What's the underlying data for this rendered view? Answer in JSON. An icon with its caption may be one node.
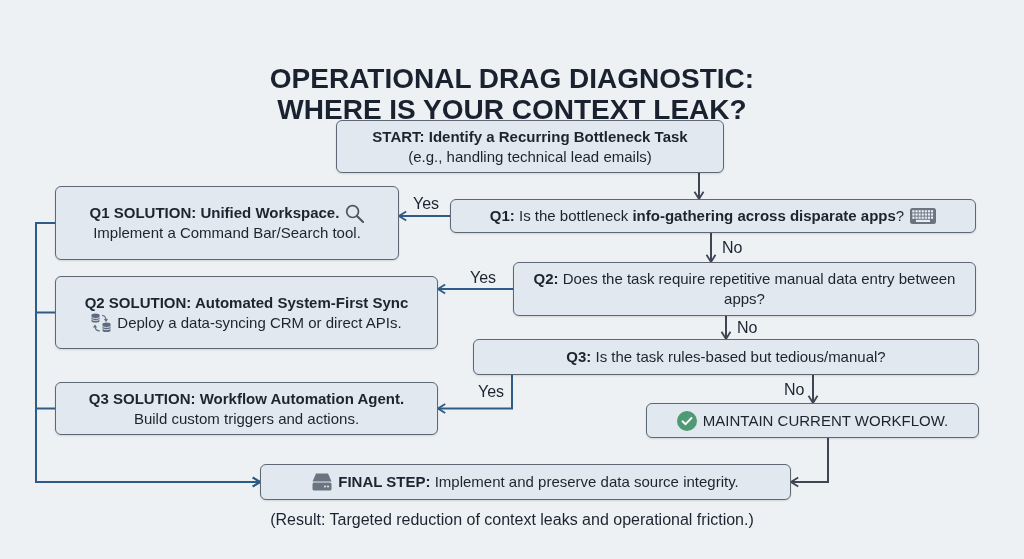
{
  "diagram": {
    "title": "OPERATIONAL DRAG DIAGNOSTIC: WHERE IS YOUR CONTEXT LEAK?",
    "caption": "(Result: Targeted reduction of context leaks and operational friction.)",
    "nodes": [
      {
        "text": [
          "START: Identify a Recurring Bottleneck Task",
          "(e.g., handling technical lead emails)"
        ]
      },
      {
        "text": [
          "**Q1:** Is the bottleneck **info-gathering across disparate apps**?"
        ]
      },
      {
        "text": [
          "Q1 SOLUTION: Unified Workspace.",
          "Implement a Command Bar/Search tool."
        ]
      },
      {
        "text": [
          "**Q2:** Does the task require repetitive manual data entry between apps?"
        ]
      },
      {
        "text": [
          "Q2 SOLUTION: Automated System-First Sync",
          "Deploy a data-syncing CRM or direct APIs."
        ]
      },
      {
        "text": [
          "**Q3:** Is the task rules-based but tedious/manual?"
        ]
      },
      {
        "text": [
          "Q3 SOLUTION: Workflow Automation Agent.",
          "Build custom triggers and actions."
        ]
      },
      {
        "text": [
          "MAINTAIN CURRENT WORKFLOW."
        ]
      },
      {
        "text": [
          "**FINAL STEP:** Implement and preserve data source integrity."
        ]
      }
    ],
    "edges": [
      {
        "from": 0,
        "to": 1,
        "arrow": "to",
        "color": "#3d4652"
      },
      {
        "from": 1,
        "to": 2,
        "arrow": "to",
        "label": "Yes"
      },
      {
        "from": 1,
        "to": 3,
        "arrow": "to",
        "label": "No",
        "color": "#3d4652"
      },
      {
        "from": 3,
        "to": 4,
        "arrow": "to",
        "label": "Yes"
      },
      {
        "from": 3,
        "to": 5,
        "arrow": "to",
        "label": "No",
        "color": "#3d4652"
      },
      {
        "from": 5,
        "to": 6,
        "arrow": "to",
        "label": "Yes"
      },
      {
        "from": 5,
        "to": 7,
        "arrow": "to",
        "label": "No",
        "color": "#3d4652"
      },
      {
        "from": 2,
        "to": 8,
        "arrow": "to"
      },
      {
        "from": 4,
        "to": 8,
        "arrow": "to"
      },
      {
        "from": 6,
        "to": 8,
        "arrow": "to"
      },
      {
        "from": 7,
        "to": 8,
        "arrow": "to",
        "color": "#3d4652"
      }
    ]
  }
}
